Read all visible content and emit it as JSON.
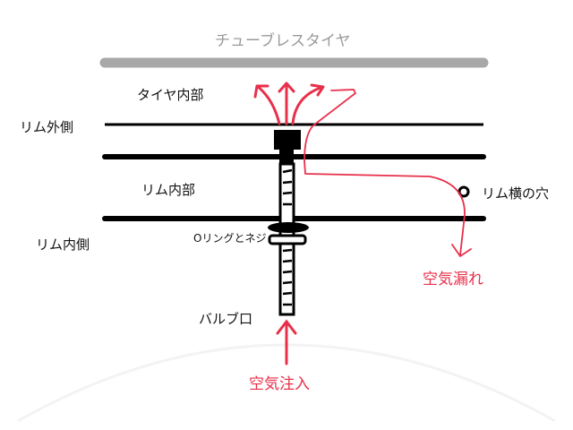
{
  "title": "チューブレスタイヤ",
  "labels": {
    "tire_inside": "タイヤ内部",
    "rim_outer": "リム外側",
    "rim_middle": "リム内部",
    "rim_inner": "リム内側",
    "oring_screw": "Oリングとネジ",
    "valve_port": "バルブ口",
    "air_injection": "空気注入",
    "air_leak": "空気漏れ",
    "rim_side_hole": "リム横の穴"
  },
  "colors": {
    "arrow": "#e8304a",
    "tire": "#a8a8a8",
    "rim": "#000000"
  }
}
